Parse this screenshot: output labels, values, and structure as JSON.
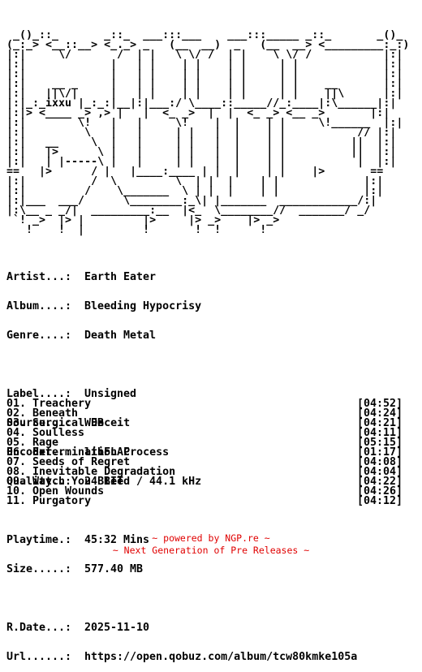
{
  "logo_art": " _()_::_       _::_  ___:::___    ___:::_____ _::_       _()_\n(_:_> <__::__> <_._> _   (__  __)  _   (__  __> <_________:_:)\n|:|     \\/       /  | |   \\ \\/ /  | |    \\ \\/ /           |:|\n|:|             |   | |    | |    | |     | |             |:|\n|:|             |   | |    | |    | |     | |             |:|\n|:|    __ _     |   | |    | |    | |     | |    __       |:|\n|:|   ||\\/|     |   | |    | |    | |     | |    ||\\      |:|\n|:|_:_ixxu |_:_:|__|:|___:/ \\____::_____//_:____|:\\______|:|\n|:|> <____ _> ,> |   |  <_ _>  |  |  <_ _> <__ _>       |:|\n|:|        \\!   |   |     \\!    |  |    | |     \\!______  |:|\n|:|         \\   |   |     | |   |  |    | |           // |:|\n|:|   __     \\  |   |     | |   |  |    | |          ||  |:|\n|:|   |>      \\ |   |     | |   |  |    | |          ||  |:|\n|:|   | |-----\\ |   |     | |   |  |    | |           |  |:|\n==   |>      / |   |____:____ | |  |    | |    |>       ==\n|:|          /  \\         \\  | |  |    | |             |:|\n|:|         /    \\_______  \\ | |  |    | |             |:|\n|:|___  ___/      \\________:_\\| |_______  ____________/:|\n|:\\__ _ _/|  _________:__  |<_  \\________//  _______/ _/\n `! _>  |> |         |>     |> _>    |> _>\n   !    !  |         !       !  !      !",
  "info": {
    "artist_key": "Artist...:",
    "artist": "Earth Eater",
    "album_key": "Album....:",
    "album": "Bleeding Hypocrisy",
    "genre_key": "Genre....:",
    "genre": "Death Metal",
    "label_key": "Label....:",
    "label": "Unsigned",
    "source_key": "Source...:",
    "source": "WEB",
    "encoder_key": "Encoder..:",
    "encoder": "libFLAC",
    "quality_key": "Quality..:",
    "quality": "24 BIT  / 44.1 kHz",
    "playtime_key": "Playtime.:",
    "playtime": "45:32 Mins",
    "size_key": "Size.....:",
    "size": "577.40 MB",
    "rdate_key": "R.Date...:",
    "rdate": "2025-11-10",
    "url_key": "Url......:",
    "url": "https://open.qobuz.com/album/tcw80kmke105a"
  },
  "tracks": [
    {
      "num": "01.",
      "title": "Treachery",
      "time": "[04:52]"
    },
    {
      "num": "02.",
      "title": "Beneath",
      "time": "[04:24]"
    },
    {
      "num": "03.",
      "title": "Surgical Deceit",
      "time": "[04:21]"
    },
    {
      "num": "04.",
      "title": "Soulless",
      "time": "[04:11]"
    },
    {
      "num": "05.",
      "title": "Rage",
      "time": "[05:15]"
    },
    {
      "num": "06.",
      "title": "Extermination Process",
      "time": "[01:17]"
    },
    {
      "num": "07.",
      "title": "Seeds of Regret",
      "time": "[04:08]"
    },
    {
      "num": "08.",
      "title": "Inevitable Degradation",
      "time": "[04:04]"
    },
    {
      "num": "09.",
      "title": "Watch You Bleed",
      "time": "[04:22]"
    },
    {
      "num": "10.",
      "title": "Open Wounds",
      "time": "[04:26]"
    },
    {
      "num": "11.",
      "title": "Purgatory",
      "time": "[04:12]"
    }
  ],
  "footer": {
    "line1": "~ powered by NGP.re ~",
    "line2": "~ Next Generation of Pre Releases ~"
  },
  "colors": {
    "text": "#000000",
    "footer": "#e00000",
    "background": "#ffffff"
  }
}
